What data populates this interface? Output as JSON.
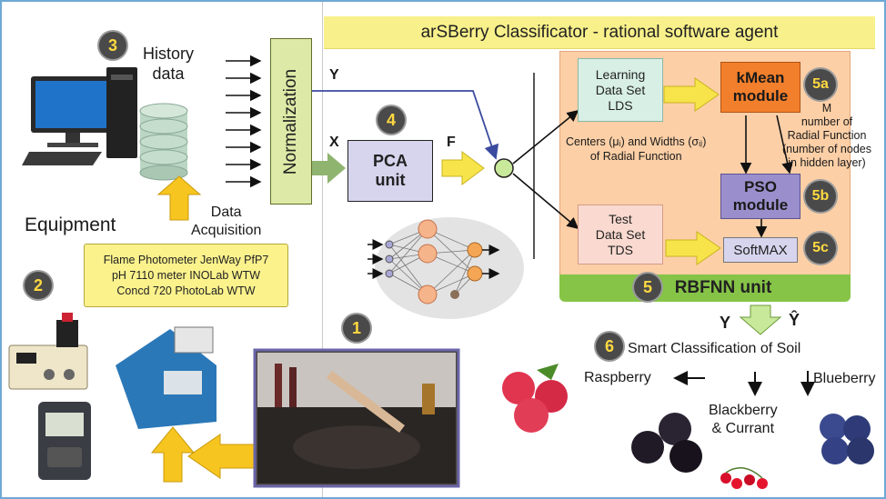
{
  "agent_title": "arSBerry Classificator - rational software agent",
  "badges": {
    "b1": "1",
    "b2": "2",
    "b3": "3",
    "b4": "4",
    "b5": "5",
    "b5a": "5a",
    "b5b": "5b",
    "b5c": "5c",
    "b6": "6"
  },
  "history_data": "History\ndata",
  "normalization": "Normalization",
  "data_acquisition": "Data\nAcquisition",
  "equipment_label": "Equipment",
  "equipment_list": [
    "Flame Photometer JenWay PfP7",
    "pH 7110 meter INOLab WTW",
    "Concd 720 PhotoLab WTW"
  ],
  "signals": {
    "x": "X",
    "y": "Y",
    "f": "F"
  },
  "pca_unit": "PCA\nunit",
  "lds": "Learning\nData Set\nLDS",
  "tds": "Test\nData Set\nTDS",
  "kmean": "kMean\nmodule",
  "pso": "PSO\nmodule",
  "softmax": "SoftMAX",
  "rbfnn_unit": "RBFNN unit",
  "centers_note": "Centers (μᵢ) and Widths (σᵢⱼ)\nof Radial Function",
  "m_note": "M\nnumber of\nRadial Function\n(number of nodes\nin hidden layer)",
  "output_y": "Y",
  "output_yhat": "Ŷ",
  "smart_classification": "Smart Classification of Soil",
  "classes": {
    "raspberry": "Raspberry",
    "blackberry": "Blackberry\n& Currant",
    "blueberry": "Blueberry"
  },
  "colors": {
    "arrow_yellow": "#f7c51f",
    "norm_green": "#dde9a6",
    "orange_panel": "#fccfa6",
    "teal_box": "#d8efe6",
    "pink_box": "#fadad0",
    "kmean_orange": "#f27f2b",
    "pso_purple": "#9a8fcc",
    "pca_lilac": "#d7d4ee",
    "rbfnn_green": "#86c447",
    "title_yellow": "#f8f08a",
    "equip_yellow": "#fbf28c",
    "line_blue": "#3b4a9e"
  }
}
